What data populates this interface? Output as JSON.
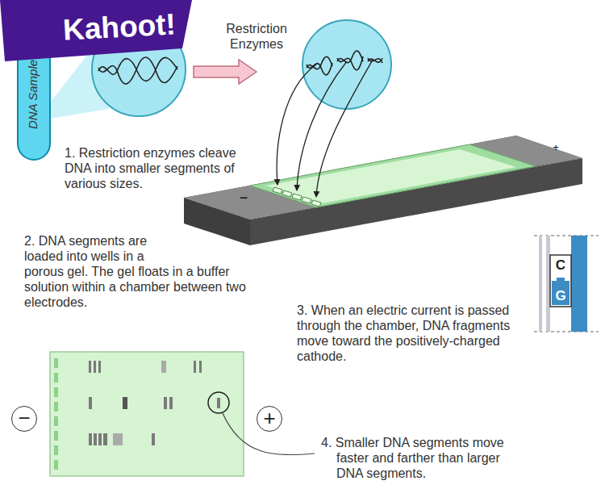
{
  "diagram": {
    "nodes": [
      {
        "text": [
          "Kahoot!"
        ]
      },
      {
        "text": [
          "DNA Sample"
        ]
      },
      {
        "text": [
          "−"
        ]
      },
      {
        "text": [
          "+"
        ]
      },
      {
        "text": [
          "C",
          "G"
        ]
      }
    ],
    "labels": [
      "Restriction Enzymes",
      "1. Restriction enzymes cleave DNA into smaller segments of various sizes.",
      "2. DNA segments are loaded into wells in a porous gel. The gel floats in a buffer solution within a chamber between two electrodes.",
      "3. When an electric current is passed through the chamber, DNA fragments move toward the positively-charged cathode.",
      "4. Smaller DNA segments move faster and farther than larger DNA segments.",
      "−",
      "+"
    ]
  }
}
